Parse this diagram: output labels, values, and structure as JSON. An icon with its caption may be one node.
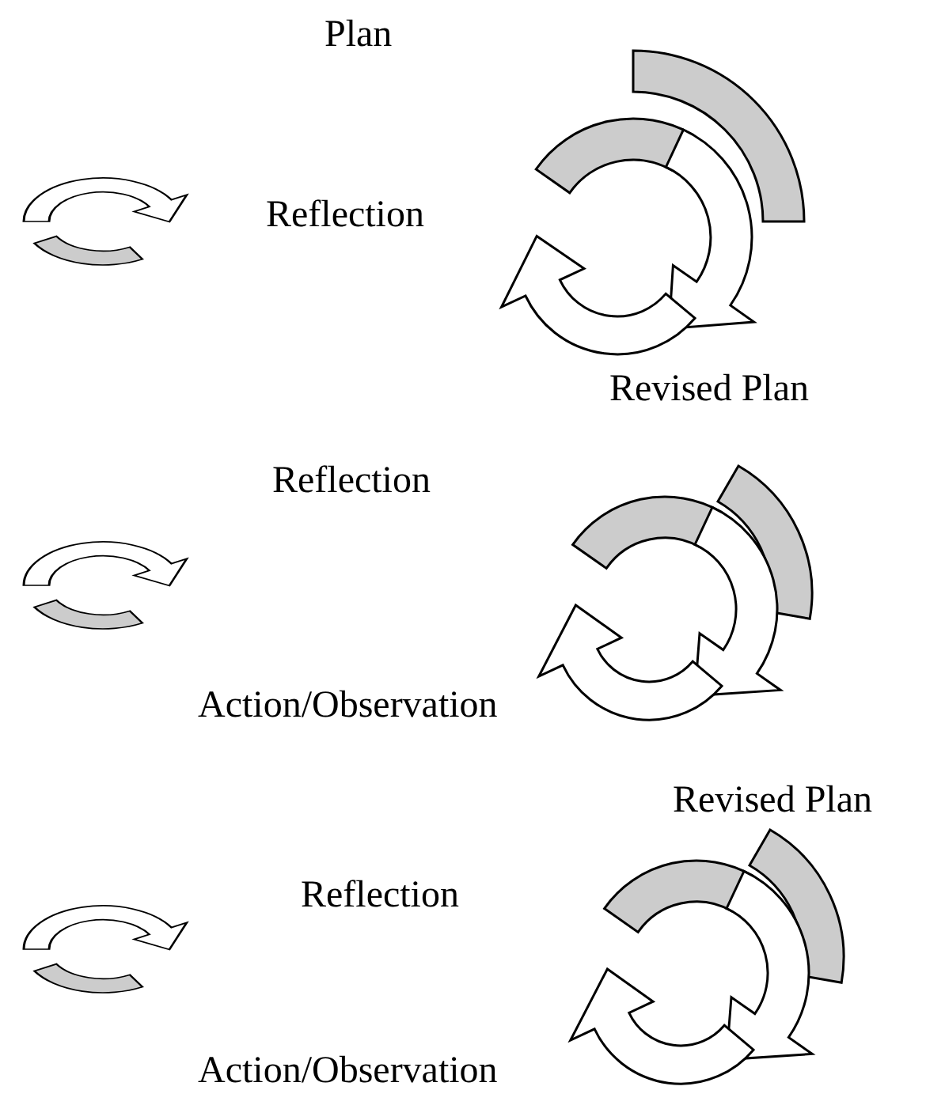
{
  "diagram": {
    "labels": [
      "Plan",
      "Reflection",
      "Revised Plan",
      "Reflection",
      "Action/Observation",
      "Revised Plan",
      "Reflection",
      "Action/Observation"
    ]
  }
}
